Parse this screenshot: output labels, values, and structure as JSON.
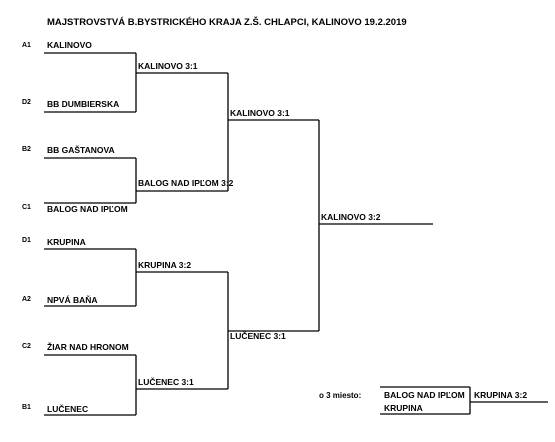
{
  "title": "MAJSTROVSTVÁ B.BYSTRICKÉHO KRAJA Z.Š. CHLAPCI, KALINOVO 19.2.2019",
  "round1": [
    {
      "seed": "A1",
      "team": "KALINOVO"
    },
    {
      "seed": "D2",
      "team": "BB DUMBIERSKA"
    },
    {
      "seed": "B2",
      "team": "BB GAŠTANOVA"
    },
    {
      "seed": "C1",
      "team": "BALOG NAD IPĽOM"
    },
    {
      "seed": "D1",
      "team": "KRUPINA"
    },
    {
      "seed": "A2",
      "team": "NPVÁ BAŇA"
    },
    {
      "seed": "C2",
      "team": "ŽIAR NAD HRONOM"
    },
    {
      "seed": "B1",
      "team": "LUČENEC"
    }
  ],
  "round2": [
    "KALINOVO 3:1",
    "BALOG NAD IPĽOM 3:2",
    "KRUPINA 3:2",
    "LUČENEC 3:1"
  ],
  "semifinal": [
    "KALINOVO 3:1",
    "LUČENEC 3:1"
  ],
  "final": "KALINOVO 3:2",
  "third_place": {
    "label": "o 3 miesto:",
    "team1": "BALOG NAD IPĽOM",
    "team2": "KRUPINA",
    "result": "KRUPINA 3:2"
  }
}
